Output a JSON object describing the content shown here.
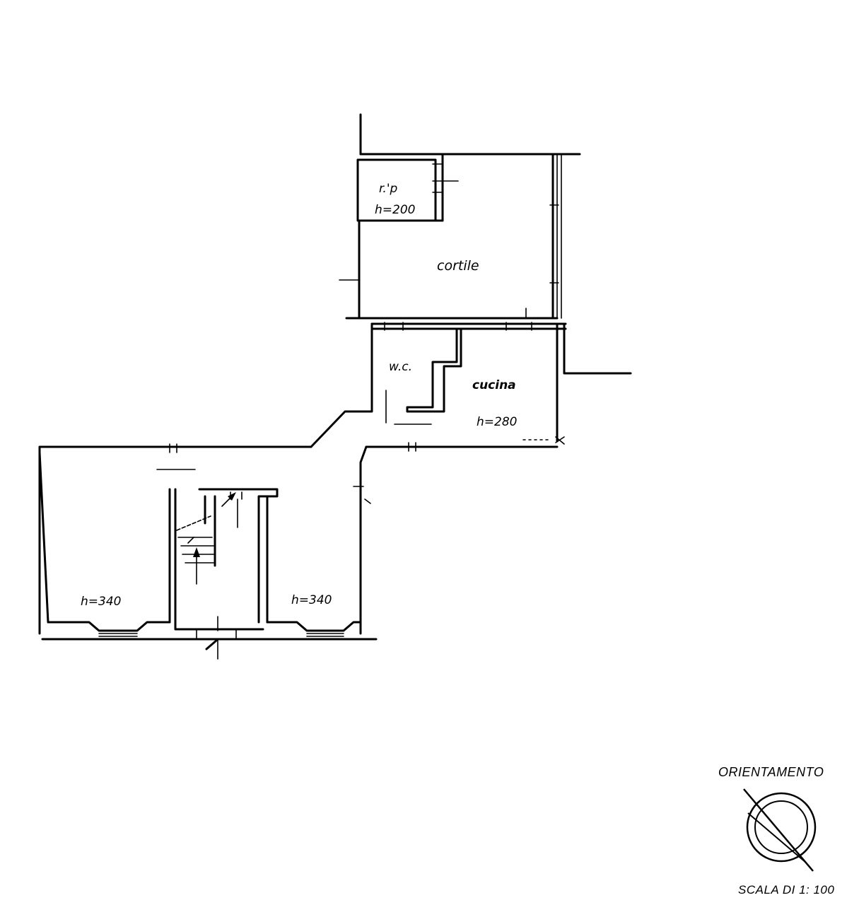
{
  "rooms": {
    "ripostiglio": "r.'p",
    "ripostiglio_height": "h=200",
    "courtyard": "cortile",
    "wc": "w.c.",
    "kitchen": "cucina",
    "kitchen_height": "h=280",
    "left_room_height": "h=340",
    "right_room_height": "h=340"
  },
  "legend": {
    "orientation_label": "ORIENTAMENTO",
    "scale_label": "SCALA DI 1: 100"
  },
  "icons": [
    "compass-icon",
    "entrance-arrow-icon",
    "stair-arrow-icon"
  ]
}
